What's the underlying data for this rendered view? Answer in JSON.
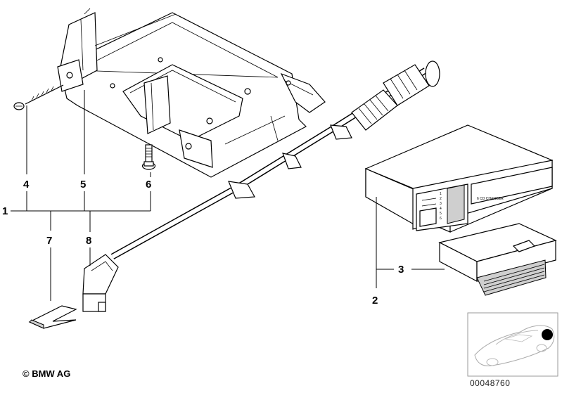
{
  "callouts": {
    "c1": "1",
    "c2": "2",
    "c3": "3",
    "c4": "4",
    "c5": "5",
    "c6": "6",
    "c7": "7",
    "c8": "8"
  },
  "device_label": "6 CD CHANGER",
  "slot_numbers": [
    "1",
    "2",
    "3",
    "4",
    "5",
    "6"
  ],
  "copyright": "© BMW AG",
  "doc_number": "00048760",
  "colors": {
    "line": "#000000",
    "shade": "#cfcfcf",
    "marker": "#000000"
  }
}
